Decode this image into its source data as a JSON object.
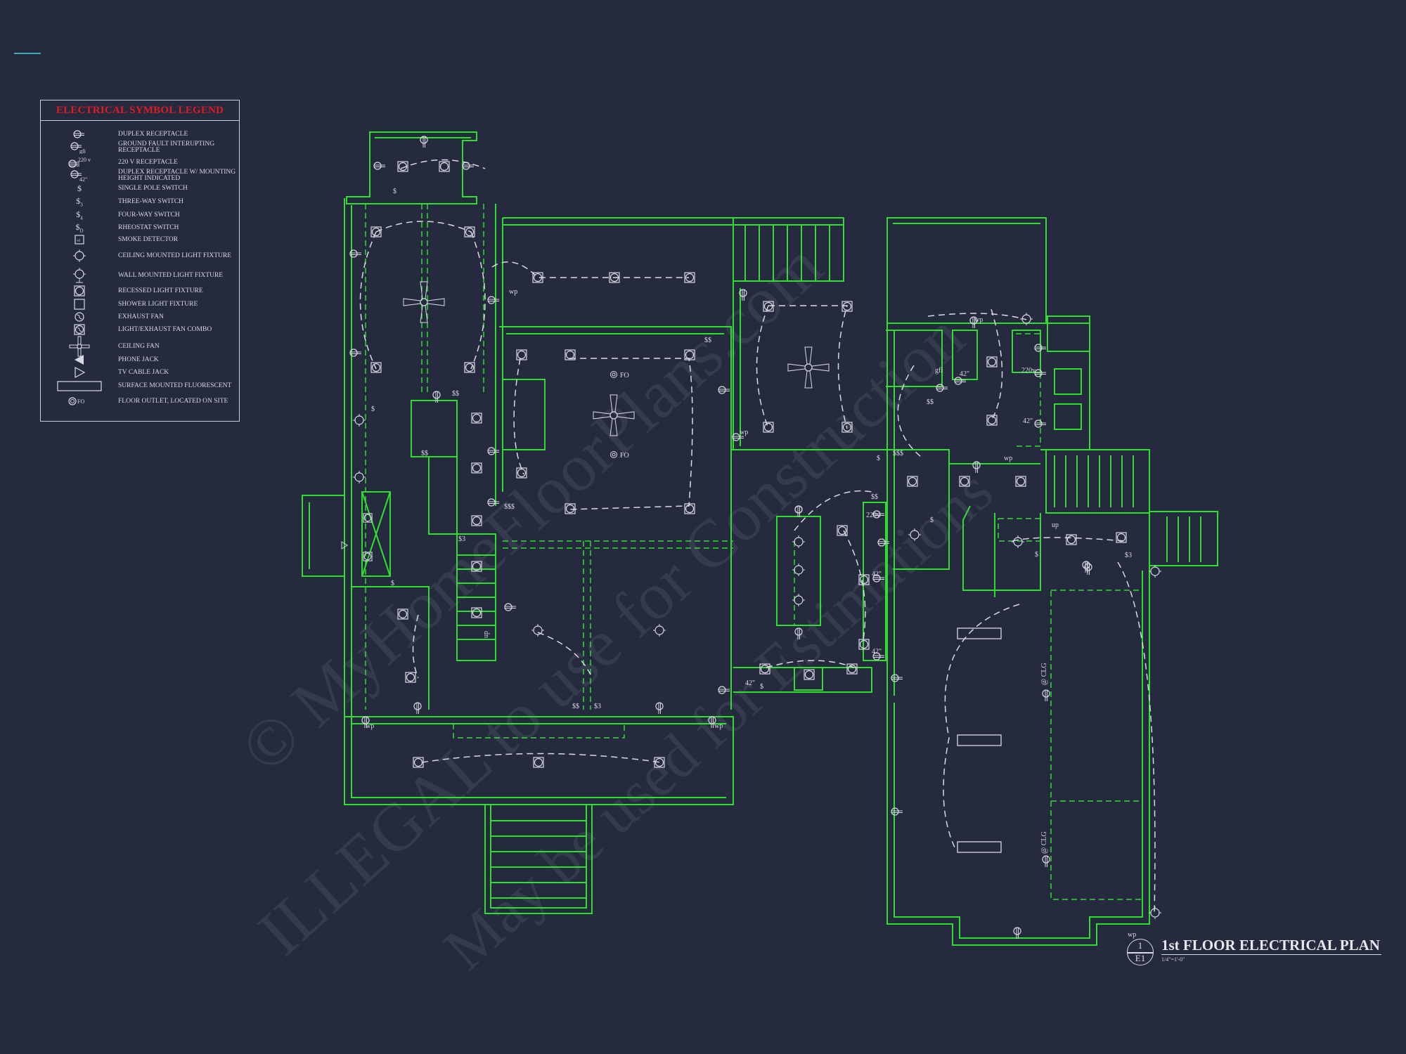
{
  "colors": {
    "background": "#262a3f",
    "walls": "#2ee02e",
    "symbols": "#d8dae2",
    "legend_title": "#e01b22",
    "corner_mark": "#3fa9b8"
  },
  "legend": {
    "title": "ELECTRICAL SYMBOL LEGEND",
    "items": [
      {
        "icon": "duplex-receptacle-icon",
        "symbol_text": "",
        "label": "DUPLEX RECEPTACLE"
      },
      {
        "icon": "gfi-receptacle-icon",
        "symbol_text": "gfi",
        "label": "GROUND FAULT INTERUPTING RECEPTACLE"
      },
      {
        "icon": "220v-receptacle-icon",
        "symbol_text": "220 v",
        "label": "220 V RECEPTACLE"
      },
      {
        "icon": "duplex-receptacle-height-icon",
        "symbol_text": "42\"",
        "label": "DUPLEX RECEPTACLE W/ MOUNTING HEIGHT INDICATED"
      },
      {
        "icon": "single-pole-switch-icon",
        "symbol_text": "$",
        "label": "SINGLE POLE SWITCH"
      },
      {
        "icon": "three-way-switch-icon",
        "symbol_text": "$3",
        "label": "THREE-WAY SWITCH"
      },
      {
        "icon": "four-way-switch-icon",
        "symbol_text": "$4",
        "label": "FOUR-WAY SWITCH"
      },
      {
        "icon": "rheostat-switch-icon",
        "symbol_text": "$D",
        "label": "RHEOSTAT SWITCH"
      },
      {
        "icon": "smoke-detector-icon",
        "symbol_text": "sd",
        "label": "SMOKE DETECTOR"
      },
      {
        "icon": "ceiling-light-icon",
        "symbol_text": "",
        "label": "CEILING MOUNTED LIGHT FIXTURE"
      },
      {
        "icon": "wall-light-icon",
        "symbol_text": "",
        "label": "WALL MOUNTED LIGHT FIXTURE"
      },
      {
        "icon": "recessed-light-icon",
        "symbol_text": "",
        "label": "RECESSED LIGHT FIXTURE"
      },
      {
        "icon": "shower-light-icon",
        "symbol_text": "",
        "label": "SHOWER LIGHT FIXTURE"
      },
      {
        "icon": "exhaust-fan-icon",
        "symbol_text": "",
        "label": "EXHAUST FAN"
      },
      {
        "icon": "light-exhaust-fan-icon",
        "symbol_text": "",
        "label": "LIGHT/EXHAUST FAN COMBO"
      },
      {
        "icon": "ceiling-fan-icon",
        "symbol_text": "",
        "label": "CEILING FAN"
      },
      {
        "icon": "phone-jack-icon",
        "symbol_text": "",
        "label": "PHONE JACK"
      },
      {
        "icon": "tv-cable-jack-icon",
        "symbol_text": "",
        "label": "TV CABLE JACK"
      },
      {
        "icon": "fluorescent-icon",
        "symbol_text": "",
        "label": "SURFACE MOUNTED FLUORESCENT"
      },
      {
        "icon": "floor-outlet-icon",
        "symbol_text": "FO",
        "label": "FLOOR OUTLET, LOCATED ON SITE"
      }
    ]
  },
  "plan": {
    "labels": {
      "fo1": "FO",
      "fo2": "FO",
      "wp": "wp",
      "gfi": "gfi",
      "up": "up",
      "h220": "220v",
      "h42": "42\"",
      "clg": "@ CLG",
      "s": "$",
      "ss": "$$",
      "sss": "$$$",
      "s3": "$3"
    }
  },
  "title_block": {
    "detail_number": "1",
    "sheet": "E1",
    "title": "1st FLOOR ELECTRICAL PLAN",
    "scale": "1/4\"=1'-0\""
  },
  "watermark": {
    "line1": "© MyHomeFloorPlans.com",
    "line2": "ILLEGAL to use for Construction",
    "line3": "May be used for Estimations"
  }
}
